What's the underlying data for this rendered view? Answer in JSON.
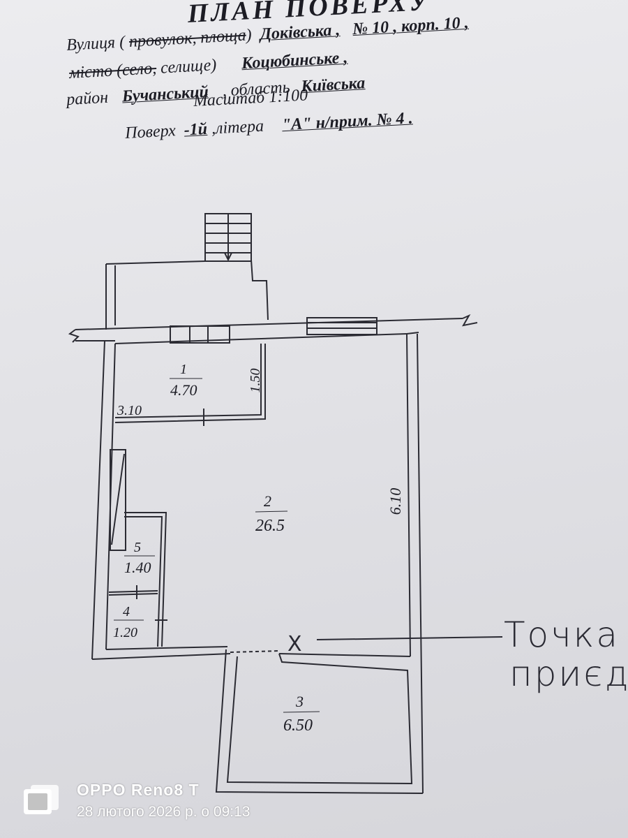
{
  "header": {
    "title": "ПЛАН   ПОВЕРХУ",
    "street_label_pre": "Вулиця ( ",
    "street_label_strike": "провулок, площа",
    "street_label_post": ")",
    "street_value": "Доківська ,",
    "number_value": "№ 10 , корп. 10 ,",
    "city_label_strike": "місто (село,",
    "city_label_post": " селище)",
    "city_value": "Коцюбинське ,",
    "district_label": "район",
    "district_value": "Бучанський",
    "region_label": ", область",
    "region_value": "Київська",
    "scale": "Масштаб  1:100",
    "floor_label": "Поверх",
    "floor_value": "-1й",
    "letter_label": ",літера",
    "letter_value": "\"А\" н/прим. № 4 ."
  },
  "plan": {
    "rooms": [
      {
        "number": "1",
        "area": "4.70"
      },
      {
        "number": "2",
        "area": "26.5"
      },
      {
        "number": "3",
        "area": "6.50"
      },
      {
        "number": "4",
        "area": "1.20"
      },
      {
        "number": "5",
        "area": "1.40"
      }
    ],
    "dimensions": {
      "room1_height": "1.50",
      "room1_width": "3.10",
      "room2_height": "6.10"
    },
    "point_mark": "X"
  },
  "handwriting": {
    "line1": "Точка",
    "line2": "приєд"
  },
  "watermark": {
    "model": "OPPO Reno8 T",
    "datetime": "28 лютого 2026 р. о 09:13"
  }
}
